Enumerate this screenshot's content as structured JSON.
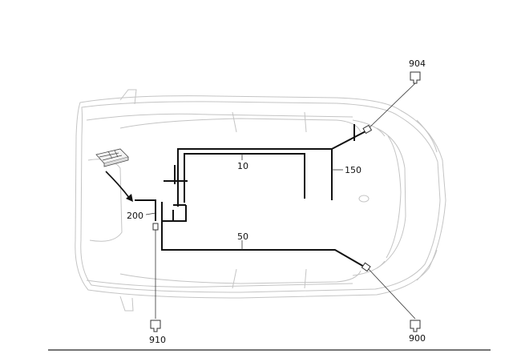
{
  "callouts": {
    "harness_10": "10",
    "harness_50": "50",
    "harness_150": "150",
    "harness_200": "200",
    "connector_900": "900",
    "connector_904": "904",
    "connector_910": "910"
  },
  "colors": {
    "car_outline": "#c4c4c4",
    "harness": "#111111",
    "leader": "#333333",
    "background": "#ffffff"
  }
}
